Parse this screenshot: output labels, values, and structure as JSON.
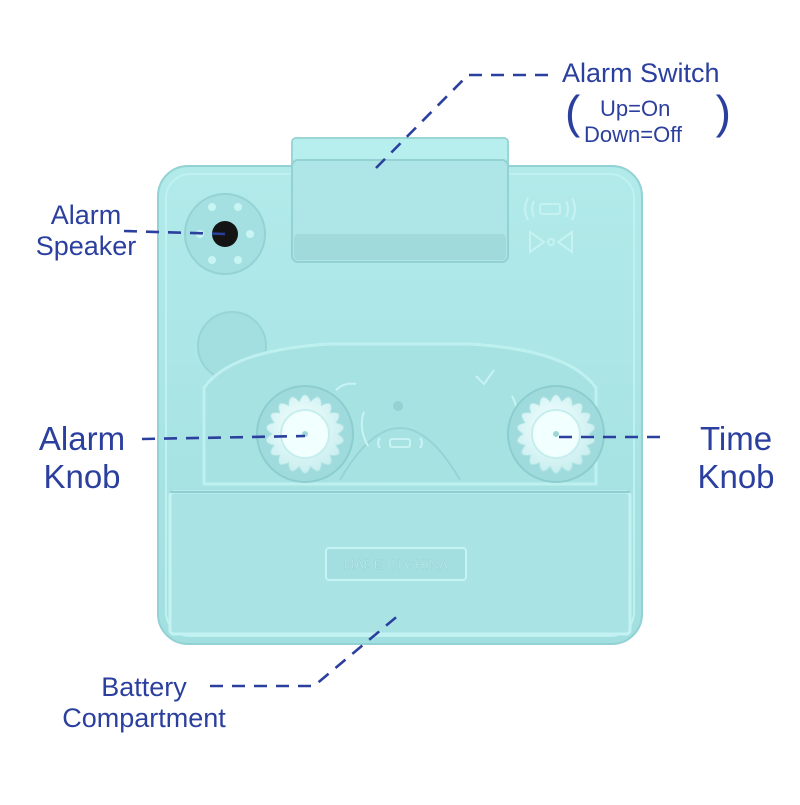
{
  "labels": {
    "alarm_switch": "Alarm Switch",
    "switch_up": "Up=On",
    "switch_down": "Down=Off",
    "paren_open": "(",
    "paren_close": ")",
    "speaker_line1": "Alarm",
    "speaker_line2": "Speaker",
    "alarm_knob_line1": "Alarm",
    "alarm_knob_line2": "Knob",
    "time_knob_line1": "Time",
    "time_knob_line2": "Knob",
    "battery_line1": "Battery",
    "battery_line2": "Compartment"
  },
  "device": {
    "embossed_text": "MADE IN CHINA"
  },
  "colors": {
    "label_text": "#2b3f9e",
    "leader_line": "#2b3f9e",
    "body": "#a9e4e4",
    "body_edge": "#8fd0d2",
    "knob": "#e9fbfb"
  }
}
